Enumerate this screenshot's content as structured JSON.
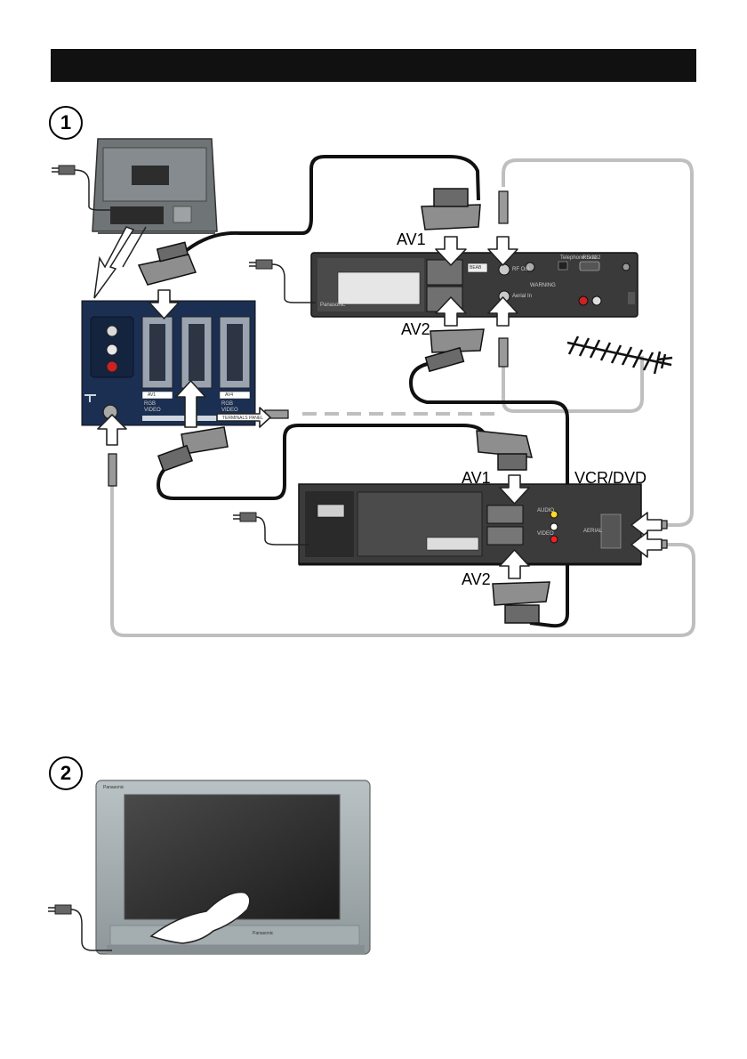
{
  "header": {
    "bar_color": "#111111"
  },
  "steps": [
    {
      "number": "1"
    },
    {
      "number": "2"
    }
  ],
  "labels": {
    "receiver_av1": "AV1",
    "receiver_av2": "AV2",
    "vcr_av1": "AV1",
    "vcr_av2": "AV2",
    "vcr_dvd": "VCR/DVD"
  },
  "tv_panel": {
    "av1": "AV1",
    "av4": "AV4",
    "rgb": "RGB",
    "video": "VIDEO",
    "terminal": "TERMINALS PANEL"
  },
  "receiver": {
    "brand": "Panasonic",
    "label_box": "BEAB",
    "out_label": "RF Out",
    "in_label": "Aerial In",
    "telephone": "Telephone Line",
    "rs232": "RS-232",
    "warning": "WARNING"
  },
  "vcr": {
    "aerial": "AERIAL",
    "audio": "AUDIO",
    "video": "VIDEO"
  },
  "big_tv": {
    "brand_top": "Panasonic",
    "brand_bottom": "Panasonic"
  },
  "colors": {
    "cable_black": "#111111",
    "cable_gray": "#bfbfbf",
    "device_dark": "#3a3a3a",
    "tv_silver": "#9aa3a6"
  }
}
